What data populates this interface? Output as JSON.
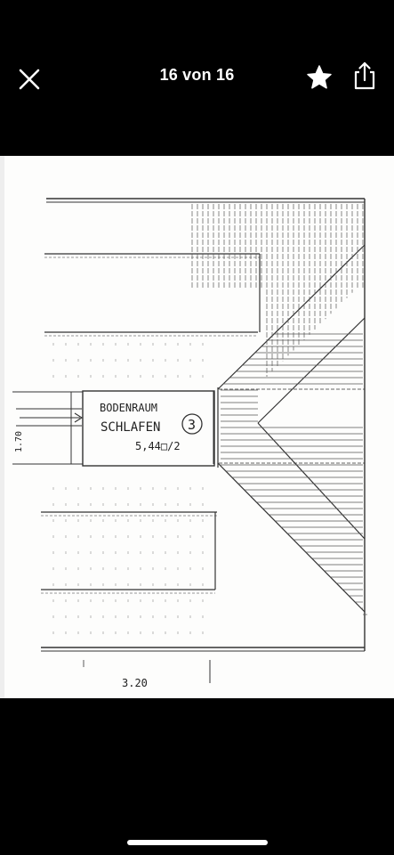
{
  "header": {
    "title": "16 von 16",
    "close_icon": "close-icon",
    "favorite_icon": "star-icon",
    "share_icon": "share-icon"
  },
  "floorplan": {
    "room_type": "BODENRAUM",
    "room_use": "SCHLAFEN",
    "room_number": "3",
    "area": "5,44□/2",
    "height_dim": "1.70",
    "width_dim": "3.20"
  },
  "colors": {
    "background": "#000000",
    "paper": "#fdfdfc",
    "ink": "#222222",
    "home_indicator": "#ffffff"
  }
}
